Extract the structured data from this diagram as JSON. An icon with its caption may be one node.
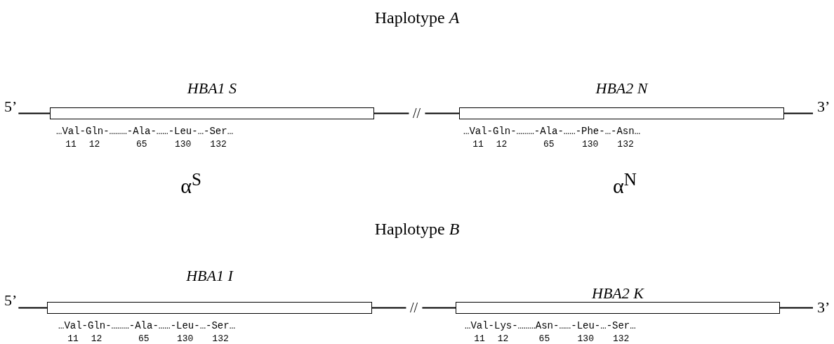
{
  "diagram": {
    "nodes": [
      {
        "text": [
          "5’"
        ]
      },
      {
        "text": [
          "HBA1 S"
        ],
        "beside": [
          "…Val-Gln-………-Ala-……-Leu-…-Ser…",
          "11",
          "12",
          "65",
          "130",
          "132"
        ]
      },
      {
        "text": [
          "HBA2 N"
        ],
        "beside": [
          "…Val-Gln-………-Ala-……-Phe-…-Asn…",
          "11",
          "12",
          "65",
          "130",
          "132"
        ]
      },
      {
        "text": [
          "3’"
        ]
      },
      {
        "text": [
          "5’"
        ]
      },
      {
        "text": [
          "HBA1 I"
        ],
        "beside": [
          "…Val-Gln-………-Ala-……-Leu-…-Ser…",
          "11",
          "12",
          "65",
          "130",
          "132"
        ]
      },
      {
        "text": [
          "HBA2 K"
        ],
        "beside": [
          "…Val-Lys-………Asn-……-Leu-…-Ser…",
          "11",
          "12",
          "65",
          "130",
          "132"
        ]
      },
      {
        "text": [
          "3’"
        ]
      }
    ],
    "edges": [
      {
        "from": 0,
        "to": 1,
        "arrow": "none"
      },
      {
        "from": 1,
        "to": 2,
        "arrow": "none",
        "label": "//"
      },
      {
        "from": 2,
        "to": 3,
        "arrow": "none"
      },
      {
        "from": 4,
        "to": 5,
        "arrow": "none"
      },
      {
        "from": 5,
        "to": 6,
        "arrow": "none",
        "label": "//"
      },
      {
        "from": 6,
        "to": 7,
        "arrow": "none"
      }
    ],
    "labels": [
      "Haplotype *A*",
      "α$^{S}$",
      "α$^{N}$",
      "Haplotype *B*"
    ]
  }
}
